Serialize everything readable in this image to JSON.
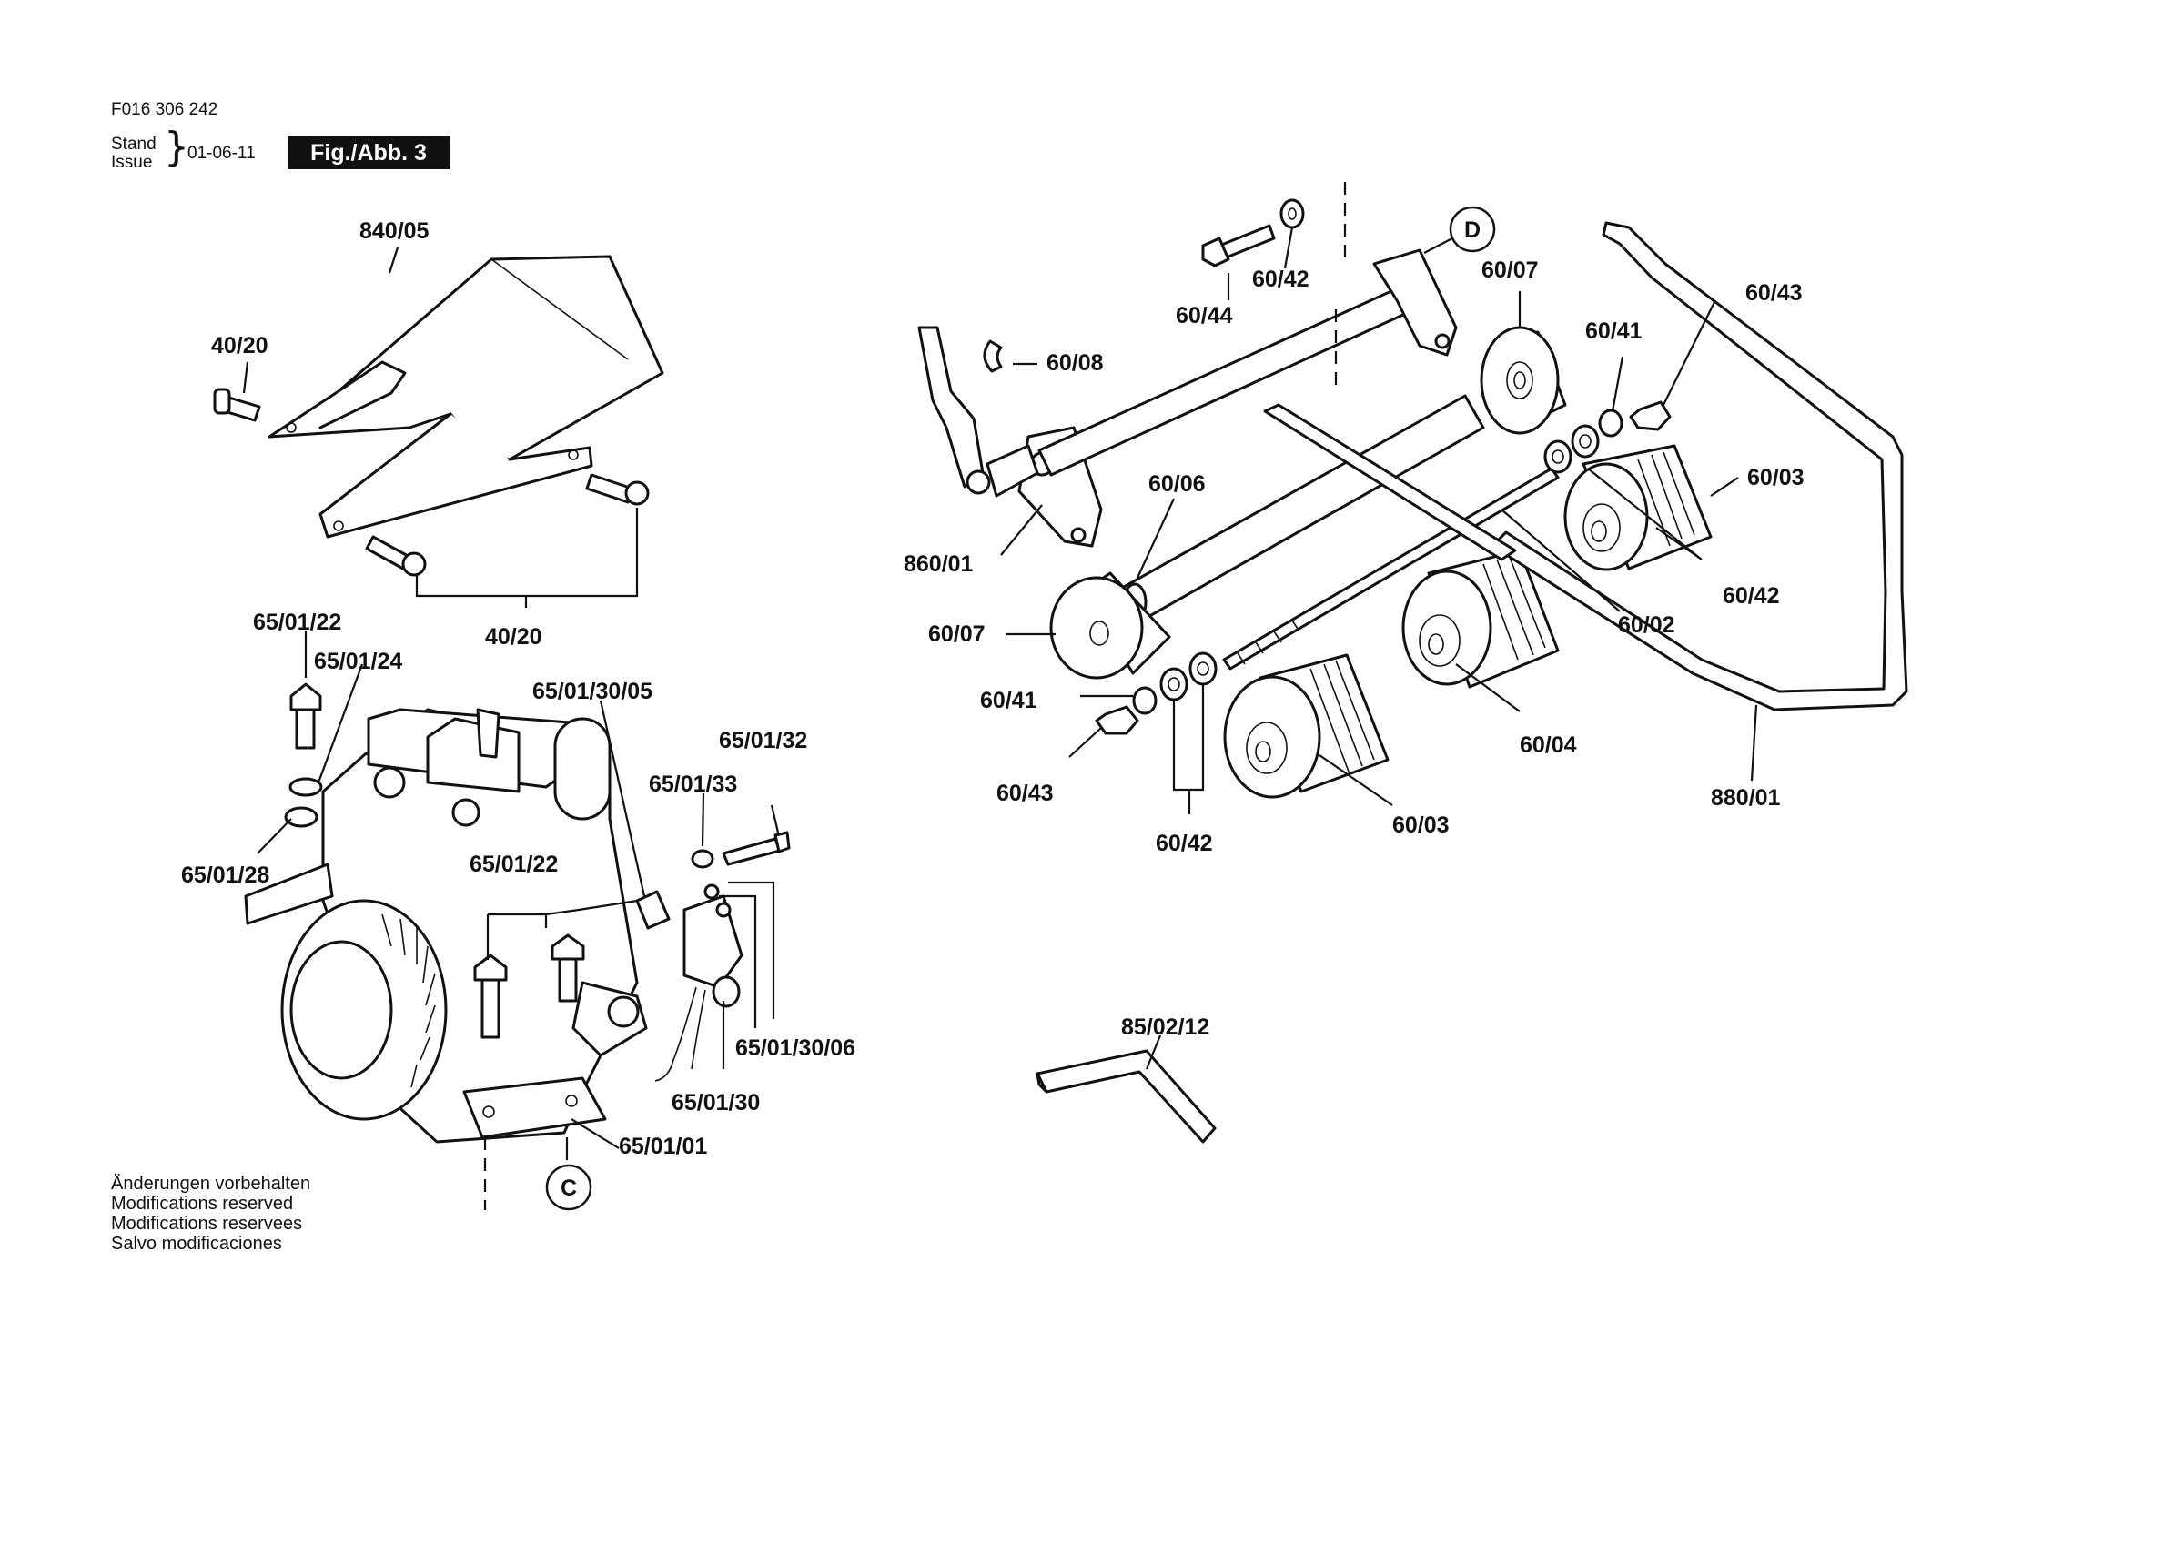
{
  "header": {
    "doc_number": "F016 306 242",
    "stand_label": "Stand",
    "issue_label": "Issue",
    "brace": "}",
    "issue_date": "01-06-11",
    "figure_badge": "Fig./Abb. 3"
  },
  "footer_notes": [
    "Änderungen vorbehalten",
    "Modifications reserved",
    "Modifications reservees",
    "Salvo modificaciones"
  ],
  "callouts": {
    "C": "C",
    "D": "D"
  },
  "part_labels": {
    "cover": "840/05",
    "cover_screw_left": "40/20",
    "cover_screws_bottom": "40/20",
    "engine_bolt_top": "65/01/22",
    "engine_washer_24": "65/01/24",
    "engine_washer_28": "65/01/28",
    "engine_bolts_mid": "65/01/22",
    "switch_bracket": "65/01/30/05",
    "nut_33": "65/01/33",
    "screw_32": "65/01/32",
    "switch_screws": "65/01/30/06",
    "switch": "65/01/30",
    "engine": "65/01/01",
    "frame": "860/01",
    "clip": "60/08",
    "bolt_44": "60/44",
    "washer_top": "60/42",
    "roller_top": "60/07",
    "washer_41_top": "60/41",
    "nut_43_top": "60/43",
    "shaft_tube": "60/06",
    "roller_left": "60/07",
    "tine_roller_right": "60/03",
    "threaded_rod": "60/02",
    "washers_right": "60/42",
    "washer_41_bottom": "60/41",
    "nut_43_bottom": "60/43",
    "washers_bottom": "60/42",
    "tine_roller_mid": "60/04",
    "tine_roller_front": "60/03",
    "handle_bar": "880/01",
    "hex_key": "85/02/12"
  }
}
